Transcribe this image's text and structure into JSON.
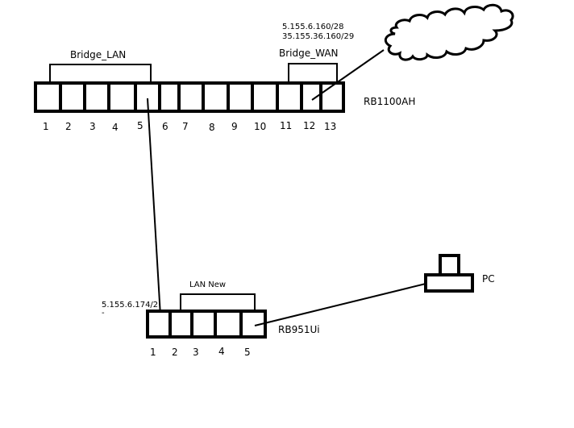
{
  "router_main": {
    "name": "RB1100AH",
    "ports": [
      "1",
      "2",
      "3",
      "4",
      "5",
      "6",
      "7",
      "8",
      "9",
      "10",
      "11",
      "12",
      "13"
    ],
    "bridge_lan_label": "Bridge_LAN",
    "bridge_wan_label": "Bridge_WAN",
    "wan_ips": [
      "5.155.6.160/28",
      "35.155.36.160/29"
    ]
  },
  "router_secondary": {
    "name": "RB951Ui",
    "ports": [
      "1",
      "2",
      "3",
      "4",
      "5"
    ],
    "lan_label": "LAN New",
    "ip": "5.155.6.174/2",
    "ip_trailing": "-"
  },
  "pc": {
    "label": "PC"
  }
}
